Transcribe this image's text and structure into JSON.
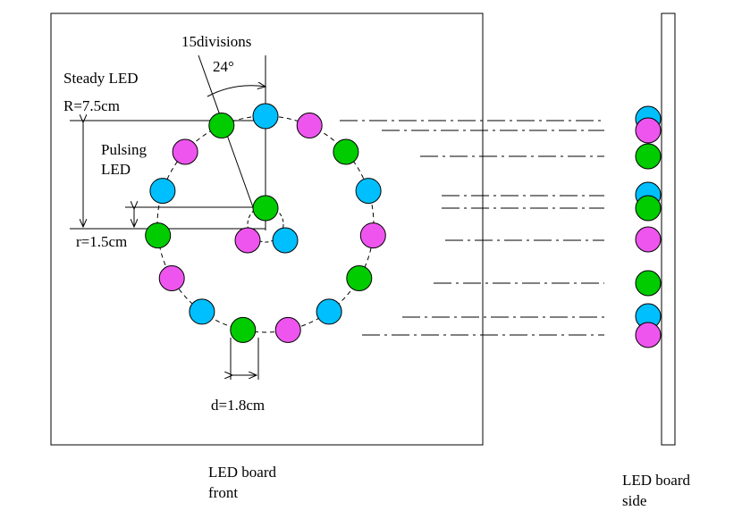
{
  "labels": {
    "divisions": "15divisions",
    "angle": "24°",
    "steady_led": "Steady LED",
    "big_radius": "R=7.5cm",
    "pulsing_line1": "Pulsing",
    "pulsing_line2": "LED",
    "small_radius": "r=1.5cm",
    "diameter": "d=1.8cm",
    "front_line1": "LED board",
    "front_line2": "front",
    "side_line1": "LED board",
    "side_line2": "side"
  },
  "colors": {
    "green": "#00cc00",
    "blue": "#00bfff",
    "magenta": "#ee55ee",
    "outline": "#000000"
  },
  "outer_ring_colors": [
    "blue",
    "magenta",
    "green",
    "blue",
    "magenta",
    "green",
    "blue",
    "magenta",
    "green",
    "blue",
    "magenta",
    "green",
    "blue",
    "magenta",
    "green"
  ],
  "inner_ring_colors": [
    "green",
    "blue",
    "magenta"
  ],
  "side_view_colors": [
    "blue",
    "magenta",
    "green",
    "blue",
    "green",
    "magenta",
    "green",
    "blue",
    "magenta"
  ]
}
